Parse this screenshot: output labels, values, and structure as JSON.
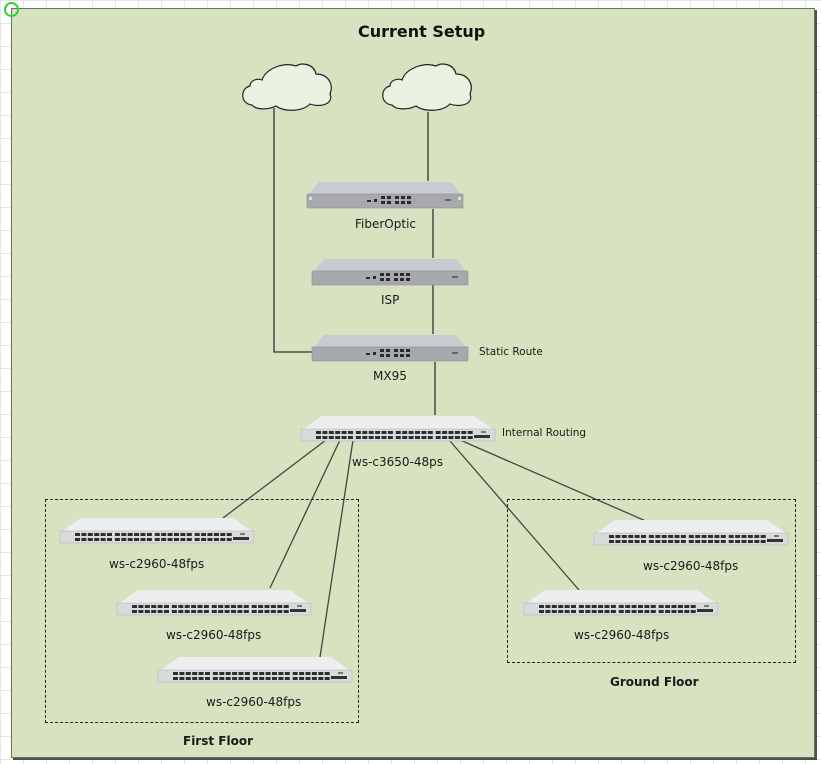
{
  "diagram": {
    "title": "Current Setup",
    "clouds": [
      {
        "id": "cloud-left",
        "icon": "cloud-icon"
      },
      {
        "id": "cloud-right",
        "icon": "cloud-icon"
      }
    ],
    "appliances": [
      {
        "id": "fiberoptic",
        "label": "FiberOptic",
        "icon": "security-appliance-icon"
      },
      {
        "id": "isp",
        "label": "ISP",
        "icon": "security-appliance-icon"
      },
      {
        "id": "mx95",
        "label": "MX95",
        "icon": "security-appliance-icon",
        "annotation": "Static Route"
      }
    ],
    "core_switch": {
      "label": "ws-c3650-48ps",
      "annotation": "Internal Routing",
      "icon": "network-switch-icon"
    },
    "zones": [
      {
        "name": "First Floor",
        "switches": [
          {
            "label": "ws-c2960-48fps"
          },
          {
            "label": "ws-c2960-48fps"
          },
          {
            "label": "ws-c2960-48fps"
          }
        ]
      },
      {
        "name": "Ground Floor",
        "switches": [
          {
            "label": "ws-c2960-48fps"
          },
          {
            "label": "ws-c2960-48fps"
          }
        ]
      }
    ],
    "connections": [
      [
        "cloud-right",
        "fiberoptic"
      ],
      [
        "fiberoptic",
        "isp"
      ],
      [
        "isp",
        "mx95"
      ],
      [
        "cloud-left",
        "mx95"
      ],
      [
        "mx95",
        "core-switch"
      ],
      [
        "core-switch",
        "first-floor-switch-1"
      ],
      [
        "core-switch",
        "first-floor-switch-2"
      ],
      [
        "core-switch",
        "first-floor-switch-3"
      ],
      [
        "core-switch",
        "ground-floor-switch-1"
      ],
      [
        "core-switch",
        "ground-floor-switch-2"
      ]
    ],
    "colors": {
      "canvas": "#d7e3c0",
      "cloud_fill": "#eaf1e0",
      "link": "#333333",
      "selection_handle": "#33cc33"
    }
  }
}
